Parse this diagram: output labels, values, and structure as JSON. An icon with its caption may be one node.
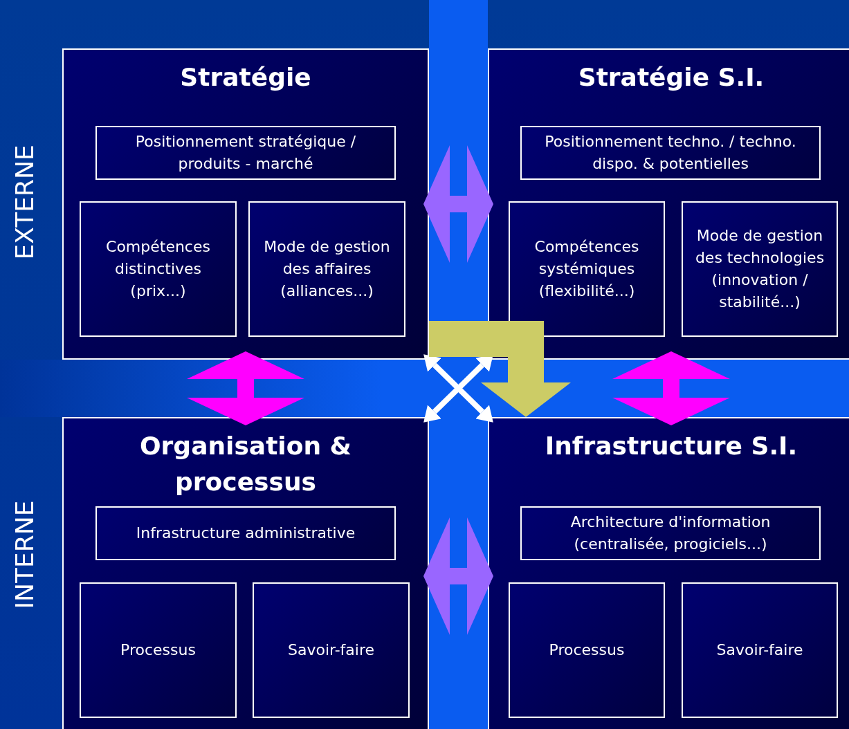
{
  "diagram": {
    "nodes": [
      {
        "text": [
          "Stratégie"
        ]
      },
      {
        "text": [
          "Positionnement stratégique / produits - marché"
        ],
        "in": 0
      },
      {
        "text": [
          "Compétences distinctives (prix...)"
        ],
        "in": 0
      },
      {
        "text": [
          "Mode de gestion des affaires (alliances...)"
        ],
        "in": 0
      },
      {
        "text": [
          "Stratégie S.I."
        ]
      },
      {
        "text": [
          "Positionnement techno. / techno. dispo. & potentielles"
        ],
        "in": 4
      },
      {
        "text": [
          "Compétences systémiques (flexibilité...)"
        ],
        "in": 4
      },
      {
        "text": [
          "Mode de gestion des technologies (innovation / stabilité...)"
        ],
        "in": 4
      },
      {
        "text": [
          "Organisation & processus"
        ]
      },
      {
        "text": [
          "Infrastructure administrative"
        ],
        "in": 8
      },
      {
        "text": [
          "Processus"
        ],
        "in": 8
      },
      {
        "text": [
          "Savoir-faire"
        ],
        "in": 8
      },
      {
        "text": [
          "Infrastructure S.I."
        ]
      },
      {
        "text": [
          "Architecture d'information (centralisée, progiciels...)"
        ],
        "in": 12
      },
      {
        "text": [
          "Processus"
        ],
        "in": 12
      },
      {
        "text": [
          "Savoir-faire"
        ],
        "in": 12
      }
    ],
    "edges": [
      {
        "from": 0,
        "to": 4,
        "arrow": "both",
        "color": "#9966ff"
      },
      {
        "from": 0,
        "to": 8,
        "arrow": "both",
        "color": "#ff00ff"
      },
      {
        "from": 4,
        "to": 12,
        "arrow": "both",
        "color": "#ff00ff"
      },
      {
        "from": 0,
        "to": 12,
        "arrow": "both",
        "color": "#ffffff"
      },
      {
        "from": 4,
        "to": 8,
        "arrow": "both",
        "color": "#ffffff"
      },
      {
        "from": 0,
        "to": 12,
        "arrow": "to",
        "style": "thick",
        "color": "#cccc66"
      },
      {
        "from": 8,
        "to": 12,
        "arrow": "both",
        "color": "#9966ff"
      }
    ],
    "labels": [
      "EXTERNE",
      "INTERNE"
    ]
  }
}
